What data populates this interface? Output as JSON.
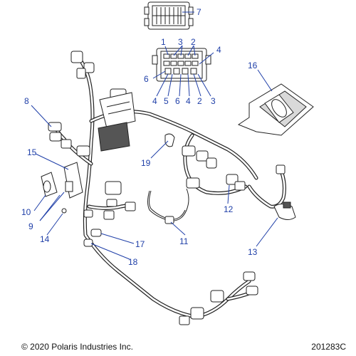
{
  "diagram": {
    "callouts": [
      {
        "id": "c7",
        "label": "7"
      },
      {
        "id": "c1",
        "label": "1"
      },
      {
        "id": "c3a",
        "label": "3"
      },
      {
        "id": "c2a",
        "label": "2"
      },
      {
        "id": "c4a",
        "label": "4"
      },
      {
        "id": "c6a",
        "label": "6"
      },
      {
        "id": "c4b",
        "label": "4"
      },
      {
        "id": "c5",
        "label": "5"
      },
      {
        "id": "c6b",
        "label": "6"
      },
      {
        "id": "c4c",
        "label": "4"
      },
      {
        "id": "c2b",
        "label": "2"
      },
      {
        "id": "c3b",
        "label": "3"
      },
      {
        "id": "c16",
        "label": "16"
      },
      {
        "id": "c8",
        "label": "8"
      },
      {
        "id": "c15",
        "label": "15"
      },
      {
        "id": "c19",
        "label": "19"
      },
      {
        "id": "c10",
        "label": "10"
      },
      {
        "id": "c9",
        "label": "9"
      },
      {
        "id": "c14",
        "label": "14"
      },
      {
        "id": "c12",
        "label": "12"
      },
      {
        "id": "c11",
        "label": "11"
      },
      {
        "id": "c17",
        "label": "17"
      },
      {
        "id": "c13",
        "label": "13"
      },
      {
        "id": "c18",
        "label": "18"
      }
    ]
  },
  "footer": {
    "copyright": "© 2020 Polaris Industries Inc.",
    "drawing_id": "201283C"
  },
  "colors": {
    "callout": "#1f3fa8",
    "line": "#222222"
  }
}
